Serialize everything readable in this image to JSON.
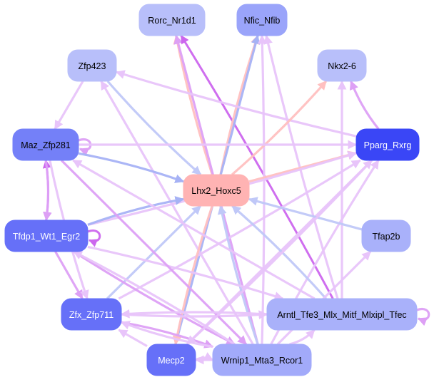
{
  "graph": {
    "title": "",
    "colors": {
      "background": "#ffffff",
      "edge_pink": "#ffc0c0",
      "edge_lilac": "#e8c4fa",
      "edge_violet": "#dda0f5",
      "edge_purple": "#cc66ee",
      "edge_blue": "#a6b2f5",
      "edge_lightblue": "#c0c8f8"
    },
    "nodes": [
      {
        "id": "rorc",
        "label": "Rorc_Nr1d1",
        "fill": "#b8bffa",
        "text_color": "#000000"
      },
      {
        "id": "nfic",
        "label": "Nfic_Nfib",
        "fill": "#9aa4fa",
        "text_color": "#000000"
      },
      {
        "id": "zfp423",
        "label": "Zfp423",
        "fill": "#b8bffa",
        "text_color": "#000000"
      },
      {
        "id": "nkx26",
        "label": "Nkx2-6",
        "fill": "#b8bffa",
        "text_color": "#000000"
      },
      {
        "id": "maz",
        "label": "Maz_Zfp281",
        "fill": "#7480f8",
        "text_color": "#000000"
      },
      {
        "id": "pparg",
        "label": "Pparg_Rxrg",
        "fill": "#3a46f6",
        "text_color": "#ffffff"
      },
      {
        "id": "lhx2",
        "label": "Lhx2_Hoxc5",
        "fill": "#ffb3b3",
        "text_color": "#000000"
      },
      {
        "id": "tfdp1",
        "label": "Tfdp1_Wt1_Egr2",
        "fill": "#6670f8",
        "text_color": "#ffffff"
      },
      {
        "id": "tfap2b",
        "label": "Tfap2b",
        "fill": "#a9b1fa",
        "text_color": "#000000"
      },
      {
        "id": "zfx",
        "label": "Zfx_Zfp711",
        "fill": "#6670f8",
        "text_color": "#ffffff"
      },
      {
        "id": "arntl",
        "label": "Arntl_Tfe3_Mlx_Mitf_Mlxipl_Tfec",
        "fill": "#a9b1fa",
        "text_color": "#000000"
      },
      {
        "id": "mecp2",
        "label": "Mecp2",
        "fill": "#6670f8",
        "text_color": "#ffffff"
      },
      {
        "id": "wrnip1",
        "label": "Wrnip1_Mta3_Rcor1",
        "fill": "#a2aafa",
        "text_color": "#000000"
      }
    ],
    "edges": [
      {
        "from": "lhx2",
        "to": "rorc",
        "color": "pink"
      },
      {
        "from": "wrnip1",
        "to": "rorc",
        "color": "violet"
      },
      {
        "from": "arntl",
        "to": "rorc",
        "color": "purple"
      },
      {
        "from": "lhx2",
        "to": "nfic",
        "color": "pink"
      },
      {
        "from": "mecp2",
        "to": "nfic",
        "color": "blue"
      },
      {
        "from": "wrnip1",
        "to": "nfic",
        "color": "lilac"
      },
      {
        "from": "arntl",
        "to": "nfic",
        "color": "lilac"
      },
      {
        "from": "zfp423",
        "to": "maz",
        "color": "lilac"
      },
      {
        "from": "zfp423",
        "to": "lhx2",
        "color": "lightblue"
      },
      {
        "from": "pparg",
        "to": "zfp423",
        "color": "lilac"
      },
      {
        "from": "wrnip1",
        "to": "zfp423",
        "color": "lilac"
      },
      {
        "from": "lhx2",
        "to": "nkx26",
        "color": "pink"
      },
      {
        "from": "pparg",
        "to": "nkx26",
        "color": "violet"
      },
      {
        "from": "arntl",
        "to": "nkx26",
        "color": "lilac"
      },
      {
        "from": "maz",
        "to": "maz",
        "color": "violet"
      },
      {
        "from": "maz",
        "to": "lhx2",
        "color": "blue"
      },
      {
        "from": "maz",
        "to": "pparg",
        "color": "lilac"
      },
      {
        "from": "tfdp1",
        "to": "maz",
        "color": "purple"
      },
      {
        "from": "maz",
        "to": "tfdp1",
        "color": "violet"
      },
      {
        "from": "lhx2",
        "to": "pparg",
        "color": "pink"
      },
      {
        "from": "zfx",
        "to": "pparg",
        "color": "lilac"
      },
      {
        "from": "wrnip1",
        "to": "pparg",
        "color": "lilac"
      },
      {
        "from": "mecp2",
        "to": "pparg",
        "color": "lilac"
      },
      {
        "from": "tfdp1",
        "to": "pparg",
        "color": "lilac"
      },
      {
        "from": "tfdp1",
        "to": "lhx2",
        "color": "blue"
      },
      {
        "from": "tfap2b",
        "to": "lhx2",
        "color": "lightblue"
      },
      {
        "from": "arntl",
        "to": "lhx2",
        "color": "lightblue"
      },
      {
        "from": "wrnip1",
        "to": "lhx2",
        "color": "lightblue"
      },
      {
        "from": "zfx",
        "to": "lhx2",
        "color": "lightblue"
      },
      {
        "from": "lhx2",
        "to": "mecp2",
        "color": "pink"
      },
      {
        "from": "tfdp1",
        "to": "tfdp1",
        "color": "purple"
      },
      {
        "from": "tfdp1",
        "to": "zfx",
        "color": "violet"
      },
      {
        "from": "tfdp1",
        "to": "wrnip1",
        "color": "violet"
      },
      {
        "from": "tfdp1",
        "to": "arntl",
        "color": "lilac"
      },
      {
        "from": "wrnip1",
        "to": "tfap2b",
        "color": "lilac"
      },
      {
        "from": "zfx",
        "to": "arntl",
        "color": "lilac"
      },
      {
        "from": "zfx",
        "to": "wrnip1",
        "color": "violet"
      },
      {
        "from": "maz",
        "to": "wrnip1",
        "color": "violet"
      },
      {
        "from": "maz",
        "to": "zfx",
        "color": "lilac"
      },
      {
        "from": "arntl",
        "to": "arntl",
        "color": "violet"
      },
      {
        "from": "arntl",
        "to": "maz",
        "color": "lilac"
      },
      {
        "from": "arntl",
        "to": "zfx",
        "color": "lilac"
      },
      {
        "from": "mecp2",
        "to": "wrnip1",
        "color": "lilac"
      },
      {
        "from": "wrnip1",
        "to": "mecp2",
        "color": "lilac"
      },
      {
        "from": "wrnip1",
        "to": "arntl",
        "color": "lilac"
      },
      {
        "from": "wrnip1",
        "to": "zfx",
        "color": "lilac"
      },
      {
        "from": "mecp2",
        "to": "zfx",
        "color": "lilac"
      },
      {
        "from": "wrnip1",
        "to": "tfdp1",
        "color": "lilac"
      },
      {
        "from": "pparg",
        "to": "mecp2",
        "color": "lilac"
      }
    ]
  }
}
